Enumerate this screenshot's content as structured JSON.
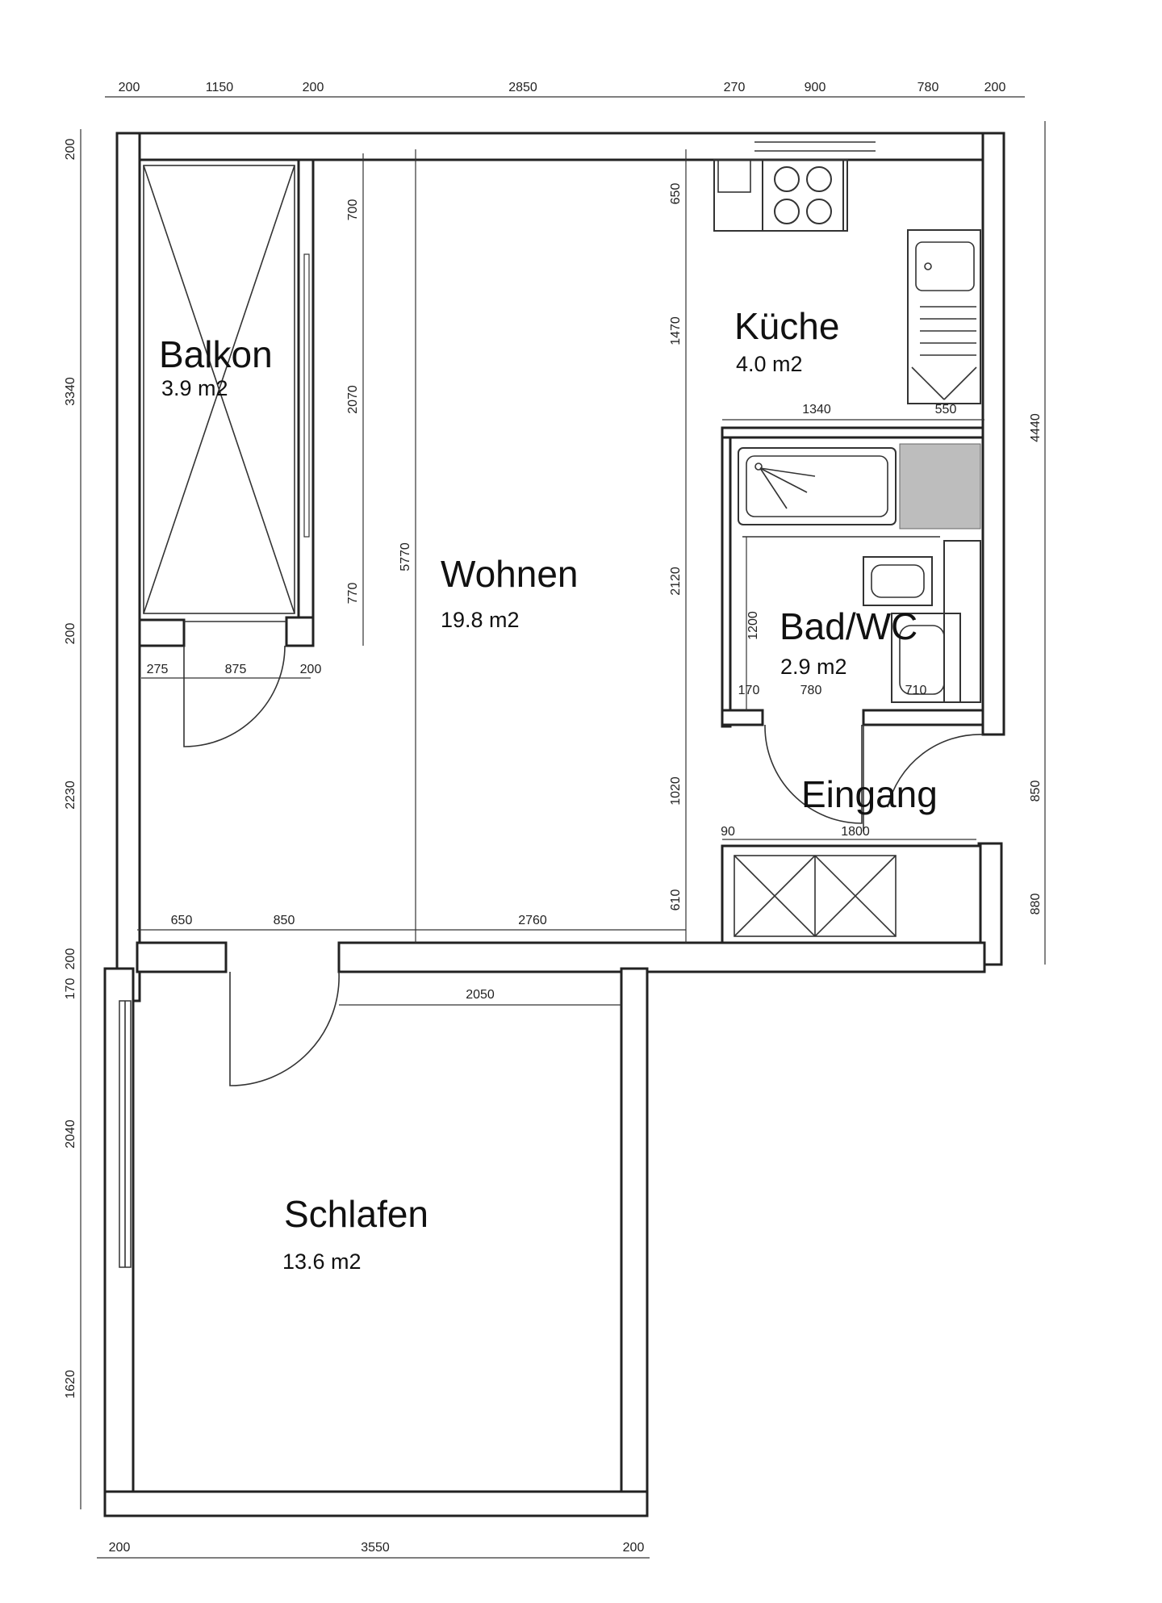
{
  "rooms": {
    "balkon": {
      "name": "Balkon",
      "area": "3.9 m2"
    },
    "kueche": {
      "name": "Küche",
      "area": "4.0 m2"
    },
    "wohnen": {
      "name": "Wohnen",
      "area": "19.8 m2"
    },
    "bad": {
      "name": "Bad/WC",
      "area": "2.9 m2"
    },
    "eingang": {
      "name": "Eingang"
    },
    "schlafen": {
      "name": "Schlafen",
      "area": "13.6 m2"
    }
  },
  "dimensions": {
    "top": [
      "200",
      "1150",
      "200",
      "2850",
      "270",
      "900",
      "780",
      "200"
    ],
    "left": [
      "200",
      "3340",
      "200",
      "2230",
      "170",
      "200",
      "2040",
      "1620"
    ],
    "right": [
      "4440",
      "850",
      "880"
    ],
    "bottom": [
      "200",
      "3550",
      "200"
    ],
    "balkon_side": [
      "700",
      "2070",
      "770"
    ],
    "balkon_door": [
      "275",
      "875",
      "200"
    ],
    "wohnen_height": "5770",
    "kueche_side": [
      "650",
      "1470"
    ],
    "kueche_bottom": [
      "1340",
      "550"
    ],
    "bad_side": [
      "2120",
      "1200"
    ],
    "bad_bottom": [
      "170",
      "780",
      "710"
    ],
    "eingang_side": [
      "1020",
      "610"
    ],
    "eingang_bottom": [
      "90",
      "1800"
    ],
    "wohnen_bottom": [
      "650",
      "850",
      "2760"
    ],
    "schlafen_top": "2050"
  }
}
